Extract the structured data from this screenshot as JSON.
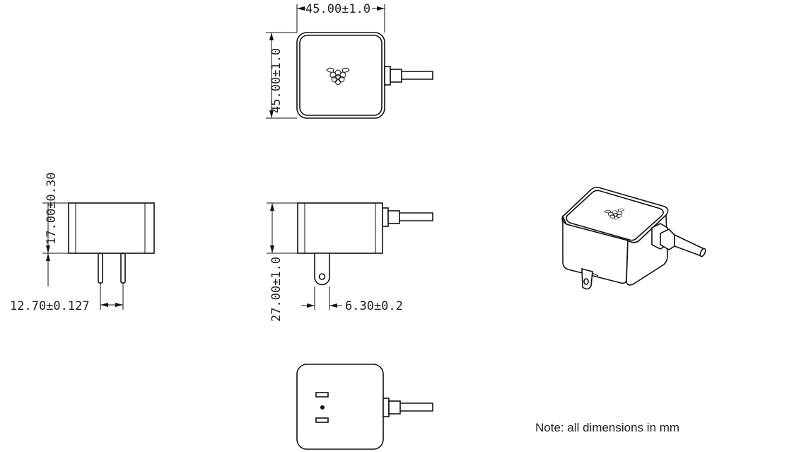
{
  "dimensions": {
    "top_width": "45.00±1.0",
    "top_height": "45.00±1.0",
    "side_height": "17.00±0.30",
    "pin_spacing": "12.70±0.127",
    "front_height": "27.00±1.0",
    "pin_width": "6.30±0.2"
  },
  "note": "Note: all dimensions in mm",
  "icons": {
    "logo": "raspberry-pi-logo-icon"
  }
}
